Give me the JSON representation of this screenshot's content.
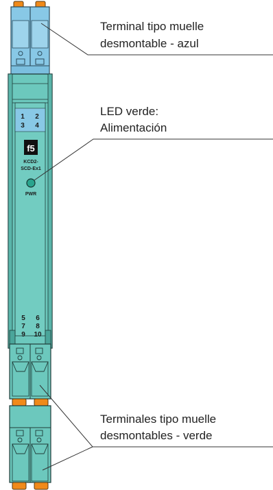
{
  "device": {
    "terminal_numbers_top": [
      "1",
      "2",
      "3",
      "4"
    ],
    "terminal_numbers_bottom": [
      "5",
      "6",
      "7",
      "8",
      "9",
      "10"
    ],
    "model_line1": "KCD2-",
    "model_line2": "SCD-Ex1",
    "led_label": "PWR",
    "logo_glyph": "f5",
    "colors": {
      "housing": "#6cc8bd",
      "housing_dark": "#2f7f78",
      "terminal_top": "#88c8e6",
      "terminal_bottom": "#6cc8bd",
      "latch": "#f08a1a",
      "led": "#2aa48e"
    }
  },
  "callouts": {
    "top_terminal": [
      "Terminal tipo muelle",
      "desmontable - azul"
    ],
    "led": [
      "LED verde:",
      "Alimentación"
    ],
    "bottom_terminals": [
      "Terminales tipo muelle",
      "desmontables - verde"
    ]
  }
}
